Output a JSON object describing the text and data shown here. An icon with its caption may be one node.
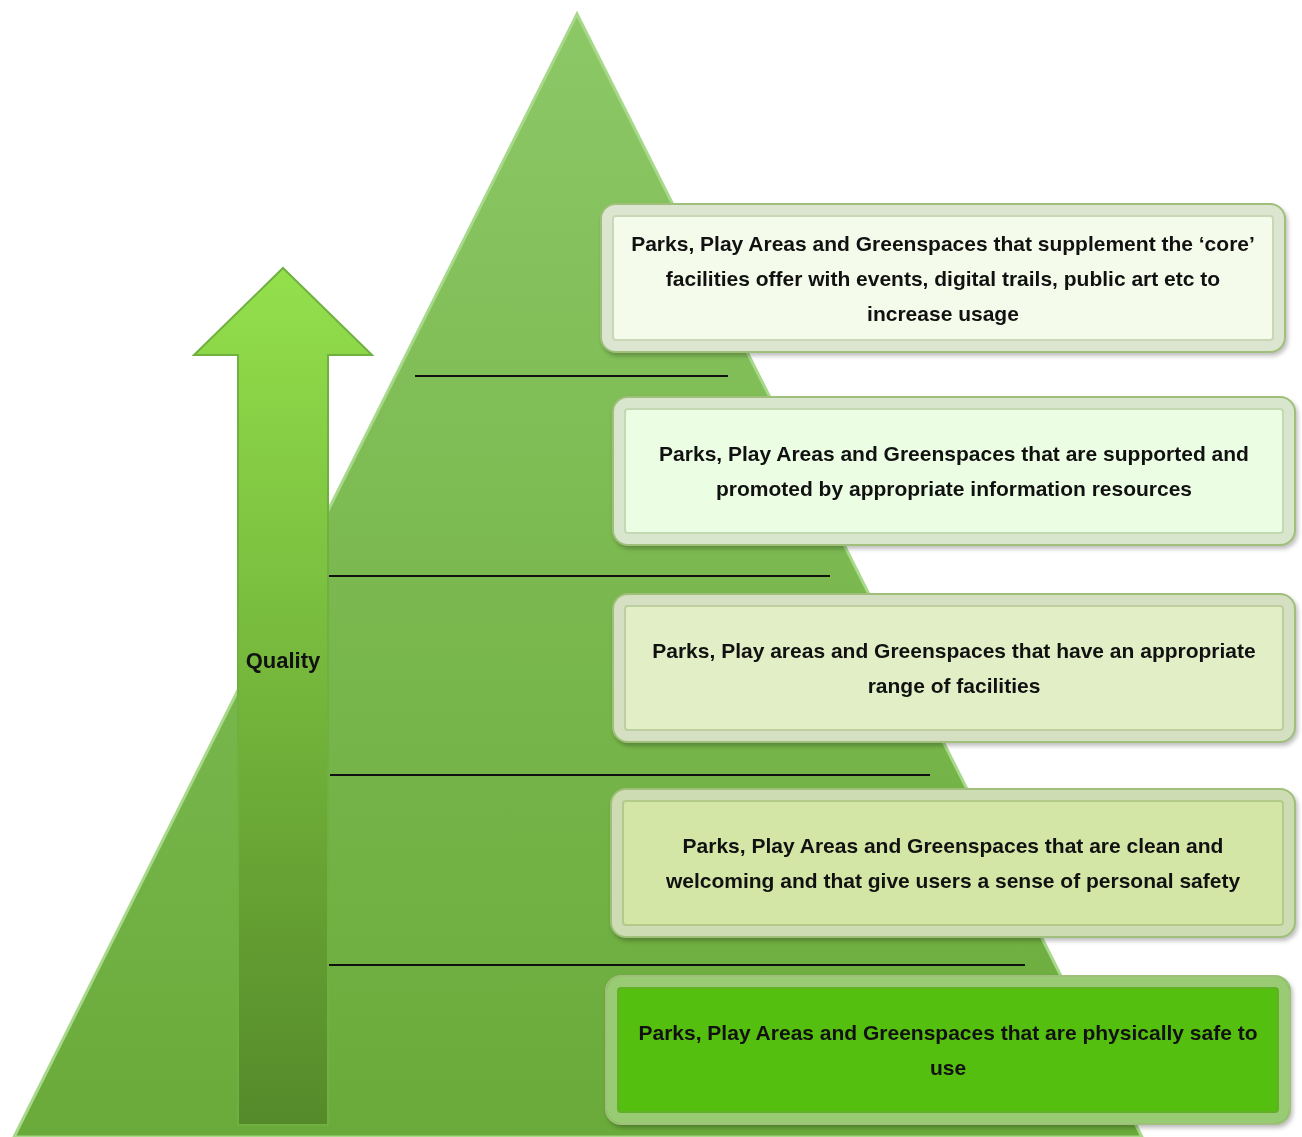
{
  "diagram": {
    "nodes": [
      {
        "text": [
          "Parks, Play Areas and Greenspaces that supplement the ‘core’ facilities offer with events, digital trails, public art etc to increase usage"
        ]
      },
      {
        "text": [
          "Parks, Play Areas and Greenspaces that are supported and promoted by appropriate information resources"
        ]
      },
      {
        "text": [
          "Parks, Play areas and Greenspaces that have an appropriate range of facilities"
        ]
      },
      {
        "text": [
          "Parks, Play Areas and Greenspaces that are clean and welcoming and that give users a sense of personal safety"
        ]
      },
      {
        "text": [
          "Parks, Play Areas and Greenspaces that are physically safe to use"
        ]
      }
    ],
    "labels": [
      "Quality"
    ]
  }
}
